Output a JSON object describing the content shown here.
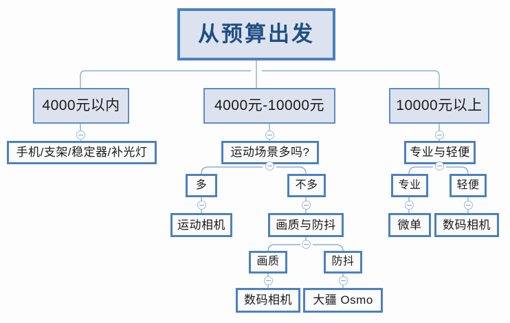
{
  "diagram": {
    "title": "从预算出发",
    "type": "decision-tree",
    "colors": {
      "box_fill_level2": "#dce3ef",
      "box_fill_leaf": "#fbfbfc",
      "border_blue": "#4a80c2",
      "border_blue_light": "#5b8cc8",
      "title_text": "#1f4e84",
      "wire": "#8badd4",
      "background": "#fdfdfd"
    },
    "toggle_icon": "collapse-minus-icon",
    "nodes": {
      "root": "从预算出发",
      "budget_low": "4000元以内",
      "budget_mid": "4000元-10000元",
      "budget_high": "10000元以上",
      "low_result": "手机/支架/稳定器/补光灯",
      "mid_question": "运动场景多吗?",
      "high_question": "专业与轻便",
      "mid_many": "多",
      "mid_not_many": "不多",
      "mid_many_result": "运动相机",
      "mid_not_many_branch": "画质与防抖",
      "quality": "画质",
      "stabilization": "防抖",
      "quality_result": "数码相机",
      "stabilization_result": "大疆 Osmo",
      "professional": "专业",
      "portable": "轻便",
      "professional_result": "微单",
      "portable_result": "数码相机"
    }
  }
}
